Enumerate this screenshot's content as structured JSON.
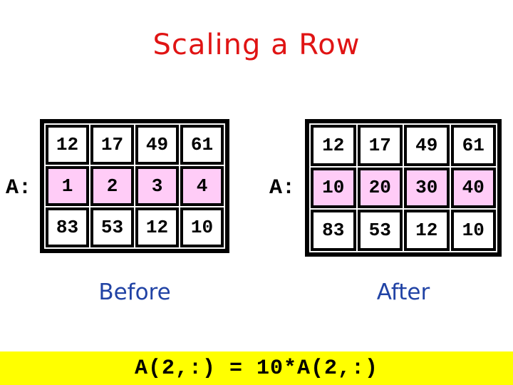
{
  "title": "Scaling a Row",
  "colors": {
    "title-red": "#e01414",
    "caption-blue": "#2143a5",
    "cell-pink": "#ffccf7",
    "banner-yellow": "#ffff00"
  },
  "before": {
    "label": "A:",
    "caption": "Before",
    "rows": [
      {
        "cells": [
          "12",
          "17",
          "49",
          "61"
        ],
        "highlight": false
      },
      {
        "cells": [
          "1",
          "2",
          "3",
          "4"
        ],
        "highlight": true
      },
      {
        "cells": [
          "83",
          "53",
          "12",
          "10"
        ],
        "highlight": false
      }
    ]
  },
  "after": {
    "label": "A:",
    "caption": "After",
    "rows": [
      {
        "cells": [
          "12",
          "17",
          "49",
          "61"
        ],
        "highlight": false
      },
      {
        "cells": [
          "10",
          "20",
          "30",
          "40"
        ],
        "highlight": true
      },
      {
        "cells": [
          "83",
          "53",
          "12",
          "10"
        ],
        "highlight": false
      }
    ]
  },
  "formula": "A(2,:) = 10*A(2,:)"
}
